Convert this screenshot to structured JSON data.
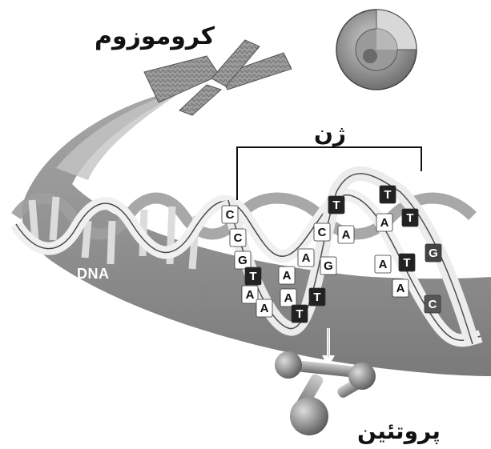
{
  "labels": {
    "chromosome": "کروموزوم",
    "gene": "ژن",
    "dna": "DNA",
    "protein": "پروتئین"
  },
  "base_pairs": [
    {
      "letter": "C",
      "fill": "#ffffff",
      "text": "#111111"
    },
    {
      "letter": "C",
      "fill": "#ffffff",
      "text": "#111111"
    },
    {
      "letter": "G",
      "fill": "#ffffff",
      "text": "#111111"
    },
    {
      "letter": "T",
      "fill": "#222222",
      "text": "#ffffff"
    },
    {
      "letter": "A",
      "fill": "#ffffff",
      "text": "#111111"
    },
    {
      "letter": "A",
      "fill": "#ffffff",
      "text": "#111111"
    },
    {
      "letter": "A",
      "fill": "#ffffff",
      "text": "#111111"
    },
    {
      "letter": "T",
      "fill": "#222222",
      "text": "#ffffff"
    },
    {
      "letter": "A",
      "fill": "#ffffff",
      "text": "#111111"
    },
    {
      "letter": "A",
      "fill": "#ffffff",
      "text": "#111111"
    },
    {
      "letter": "T",
      "fill": "#222222",
      "text": "#ffffff"
    },
    {
      "letter": "T",
      "fill": "#222222",
      "text": "#ffffff"
    },
    {
      "letter": "C",
      "fill": "#ffffff",
      "text": "#111111"
    },
    {
      "letter": "A",
      "fill": "#ffffff",
      "text": "#111111"
    },
    {
      "letter": "G",
      "fill": "#ffffff",
      "text": "#111111"
    },
    {
      "letter": "T",
      "fill": "#222222",
      "text": "#ffffff"
    },
    {
      "letter": "A",
      "fill": "#ffffff",
      "text": "#111111"
    },
    {
      "letter": "T",
      "fill": "#222222",
      "text": "#ffffff"
    },
    {
      "letter": "T",
      "fill": "#222222",
      "text": "#ffffff"
    },
    {
      "letter": "A",
      "fill": "#ffffff",
      "text": "#111111"
    },
    {
      "letter": "G",
      "fill": "#444444",
      "text": "#ffffff"
    },
    {
      "letter": "A",
      "fill": "#ffffff",
      "text": "#111111"
    },
    {
      "letter": "C",
      "fill": "#555555",
      "text": "#ffffff"
    }
  ],
  "colors": {
    "ribbon": "#ececec",
    "ribbon_edge": "#5a5a5a",
    "band": "#8c8c8c",
    "band_light": "#b5b5b5",
    "chromosome": "#9a9a9a",
    "cell": "#8a8a8a",
    "protein": "#7a7a7a"
  }
}
